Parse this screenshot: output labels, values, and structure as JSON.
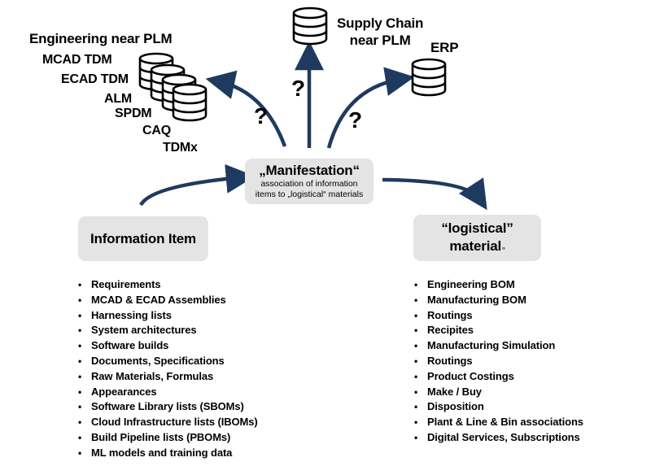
{
  "colors": {
    "arrow": "#1f3a5f",
    "box_fill": "#e4e4e4",
    "db_stroke": "#000000"
  },
  "icons": [
    "database-icon",
    "arrow-icon",
    "question-mark"
  ],
  "plm": {
    "title": "Engineering near PLM",
    "items": [
      "MCAD  TDM",
      "ECAD  TDM",
      "ALM",
      "SPDM",
      "CAQ",
      "TDMx"
    ]
  },
  "supply_chain": {
    "line1": "Supply Chain",
    "line2": "near PLM"
  },
  "erp": {
    "label": "ERP"
  },
  "question_mark": "?",
  "manifestation": {
    "title": "„Manifestation“",
    "subtitle_line1": "association of information",
    "subtitle_line2": "items to „logistical“ materials"
  },
  "information_item": {
    "title": "Information Item",
    "items": [
      "Requirements",
      "MCAD & ECAD Assemblies",
      "Harnessing lists",
      "System architectures",
      "Software builds",
      "Documents, Specifications",
      "Raw Materials, Formulas",
      "Appearances",
      "Software Library lists (SBOMs)",
      "Cloud Infrastructure lists (IBOMs)",
      "Build Pipeline lists (PBOMs)",
      "ML models and training data"
    ]
  },
  "logistical_material": {
    "title_line1": "“logistical”",
    "title_line2": "material",
    "items": [
      "Engineering BOM",
      "Manufacturing BOM",
      "Routings",
      "Recipites",
      "Manufacturing Simulation",
      "Routings",
      "Product Costings",
      "Make / Buy",
      "Disposition",
      "Plant & Line & Bin associations",
      "Digital Services, Subscriptions"
    ]
  }
}
